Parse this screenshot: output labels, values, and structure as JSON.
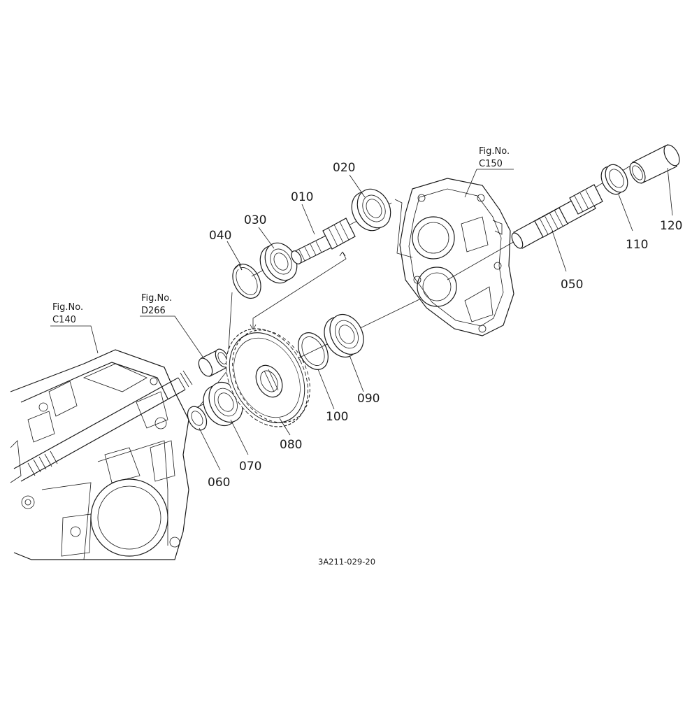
{
  "diagram": {
    "ref_code": "3A211-029-20",
    "fig_refs": [
      {
        "id": "c140",
        "line1": "Fig.No.",
        "line2": "C140"
      },
      {
        "id": "d266",
        "line1": "Fig.No.",
        "line2": "D266"
      },
      {
        "id": "c150",
        "line1": "Fig.No.",
        "line2": "C150"
      }
    ],
    "parts": [
      {
        "id": "010",
        "label": "010"
      },
      {
        "id": "020",
        "label": "020"
      },
      {
        "id": "030",
        "label": "030"
      },
      {
        "id": "040",
        "label": "040"
      },
      {
        "id": "050",
        "label": "050"
      },
      {
        "id": "060",
        "label": "060"
      },
      {
        "id": "070",
        "label": "070"
      },
      {
        "id": "080",
        "label": "080"
      },
      {
        "id": "090",
        "label": "090"
      },
      {
        "id": "100",
        "label": "100"
      },
      {
        "id": "110",
        "label": "110"
      },
      {
        "id": "120",
        "label": "120"
      }
    ]
  }
}
